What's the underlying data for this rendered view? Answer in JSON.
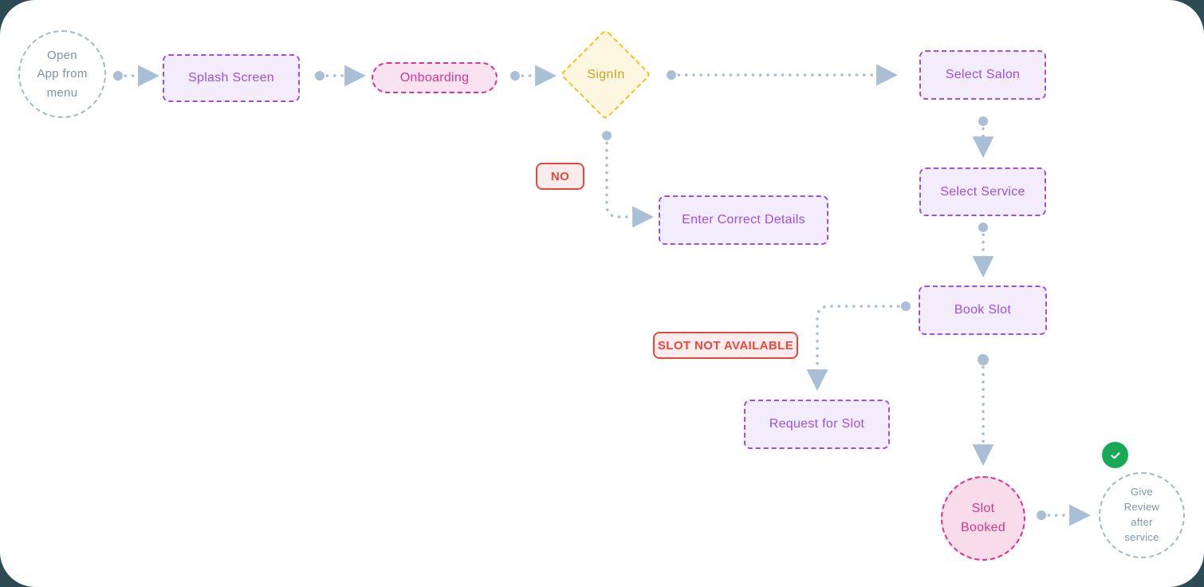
{
  "nodes": {
    "open_app": {
      "label": "Open App from menu",
      "shape": "circle"
    },
    "splash_screen": {
      "label": "Splash Screen",
      "shape": "rectangle"
    },
    "onboarding": {
      "label": "Onboarding",
      "shape": "pill"
    },
    "sign_in": {
      "label": "SignIn",
      "shape": "diamond"
    },
    "select_salon": {
      "label": "Select Salon",
      "shape": "rectangle"
    },
    "select_service": {
      "label": "Select Service",
      "shape": "rectangle"
    },
    "book_slot": {
      "label": "Book Slot",
      "shape": "rectangle"
    },
    "enter_correct_details": {
      "label": "Enter Correct Details",
      "shape": "rectangle"
    },
    "request_for_slot": {
      "label": "Request for Slot",
      "shape": "rectangle"
    },
    "slot_booked": {
      "label": "Slot Booked",
      "shape": "circle"
    },
    "give_review": {
      "label": "Give Review after service",
      "shape": "circle"
    }
  },
  "annotations": {
    "no": {
      "label": "NO"
    },
    "slot_not_available": {
      "label": "SLOT NOT AVAILABLE"
    }
  },
  "icons": {
    "success_check": "check-icon"
  },
  "colors": {
    "page_background": "#2e4a53",
    "canvas": "#ffffff",
    "purple_accent": "#9b51e0",
    "purple_fill": "#f3ecfc",
    "pink_accent": "#d6368f",
    "pink_fill": "#fae3f1",
    "yellow_accent": "#f2c117",
    "yellow_fill": "#fdf6e0",
    "red_accent": "#e5483d",
    "red_fill": "#fdecec",
    "green_accent": "#18a957",
    "connector": "#a9bfd6",
    "muted_text": "#7e93a8"
  }
}
